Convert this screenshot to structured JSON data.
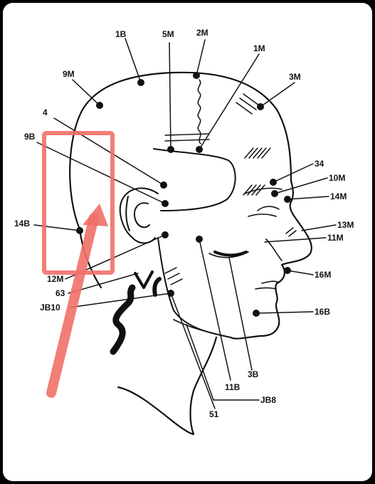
{
  "diagram": {
    "labels": {
      "l_1B": "1B",
      "l_5M": "5M",
      "l_2M": "2M",
      "l_1M": "1M",
      "l_3M": "3M",
      "l_9M": "9M",
      "l_4": "4",
      "l_9B": "9B",
      "l_34": "34",
      "l_10M": "10M",
      "l_14M": "14M",
      "l_14B": "14B",
      "l_13M": "13M",
      "l_11M": "11M",
      "l_12M": "12M",
      "l_63": "63",
      "l_JB10": "JB10",
      "l_16M": "16M",
      "l_16B": "16B",
      "l_11B": "11B",
      "l_3B": "3B",
      "l_JB8": "JB8",
      "l_51": "51"
    },
    "handwritten_mark": "V"
  },
  "annotation": {
    "highlight_color": "#f07068",
    "arrow_color": "#f07068"
  }
}
